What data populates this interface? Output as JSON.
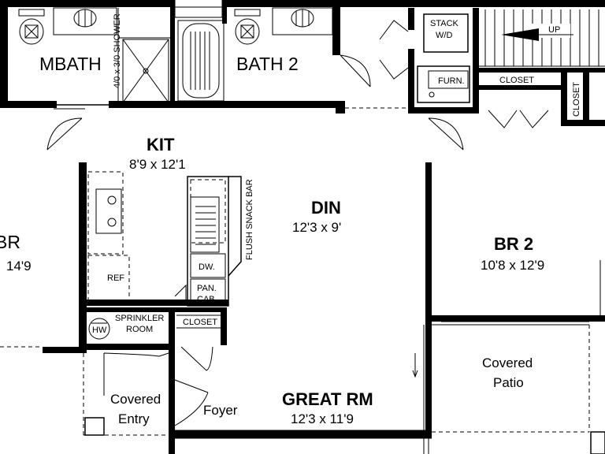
{
  "rooms": {
    "mbath": "MBATH",
    "bath2": "BATH 2",
    "shower": "4/0 x 3/0 SHOWER",
    "stack": "STACK",
    "wd": "W/D",
    "furn": "FURN.",
    "closet_top": "CLOSET",
    "closet_side": "CLOSET",
    "up": "UP",
    "kit": "KIT",
    "kit_dim": "8'9 x 12'1",
    "snack_bar": "FLUSH SNACK BAR",
    "din": "DIN",
    "din_dim": "12'3 x 9'",
    "br_left": "BR",
    "br_left_dim": "14'9",
    "br2": "BR 2",
    "br2_dim": "10'8 x 12'9",
    "ref": "REF",
    "dw": "DW.",
    "pan": "PAN.",
    "cab": "CAB.",
    "hw": "HW",
    "sprinkler": "SPRINKLER",
    "sprinkler_room": "ROOM",
    "closet_foyer": "CLOSET",
    "covered_patio_1": "Covered",
    "covered_patio_2": "Patio",
    "covered_entry_1": "Covered",
    "covered_entry_2": "Entry",
    "foyer": "Foyer",
    "great_rm": "GREAT RM",
    "great_rm_dim": "12'3 x 11'9"
  }
}
